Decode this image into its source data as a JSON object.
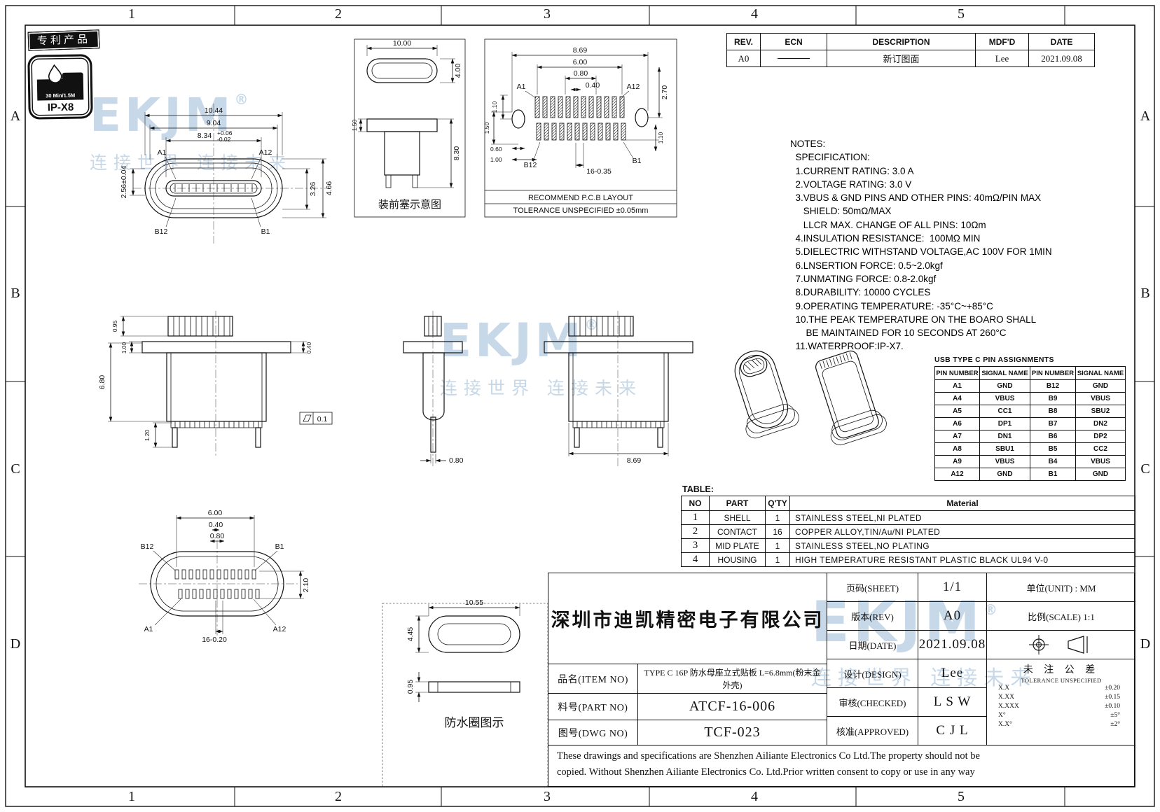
{
  "sheet": {
    "zones_cols": [
      "1",
      "2",
      "3",
      "4",
      "5"
    ],
    "zones_rows": [
      "A",
      "B",
      "C",
      "D"
    ],
    "patent_stamp": "专利产品",
    "ip_badge": {
      "line1": "30 Min/1.5M",
      "line2": "IP-X8"
    },
    "watermark": {
      "logo": "EKJM",
      "reg": "®",
      "slogan": "连接世界  连接未来"
    },
    "line_color": "#111111",
    "watermark_color": "#82a8cd"
  },
  "rev_table": {
    "headers": [
      "REV.",
      "ECN",
      "DESCRIPTION",
      "MDF'D",
      "DATE"
    ],
    "row": {
      "rev": "A0",
      "description": "新订图面",
      "mdfd": "Lee",
      "date": "2021.09.08"
    }
  },
  "notes": {
    "lines": [
      "NOTES:",
      "  SPECIFICATION:",
      "  1.CURRENT RATING: 3.0 A",
      "  2.VOLTAGE RATING: 3.0 V",
      "  3.VBUS & GND PINS AND OTHER PINS: 40mΩ/PIN MAX",
      "     SHIELD: 50mΩ/MAX",
      "     LLCR MAX. CHANGE OF ALL PINS: 10Ωm",
      "  4.INSULATION RESISTANCE:  100MΩ MIN",
      "  5.DIELECTRIC WITHSTAND VOLTAGE,AC 100V FOR 1MIN",
      "  6.LNSERTION FORCE: 0.5~2.0kgf",
      "  7.UNMATING FORCE: 0.8-2.0kgf",
      "  8.DURABILITY: 10000 CYCLES",
      "  9.OPERATING TEMPERATURE: -35°C~+85°C",
      "  10.THE PEAK TEMPERATURE ON THE BOARO SHALL",
      "      BE MAINTAINED FOR 10 SECONDS AT 260°C",
      "  11.WATERPROOF:IP-X7."
    ]
  },
  "pin_table": {
    "title": "USB TYPE C PIN ASSIGNMENTS",
    "headers": [
      "PIN NUMBER",
      "SIGNAL NAME",
      "PIN NUMBER",
      "SIGNAL NAME"
    ],
    "rows": [
      [
        "A1",
        "GND",
        "B12",
        "GND"
      ],
      [
        "A4",
        "VBUS",
        "B9",
        "VBUS"
      ],
      [
        "A5",
        "CC1",
        "B8",
        "SBU2"
      ],
      [
        "A6",
        "DP1",
        "B7",
        "DN2"
      ],
      [
        "A7",
        "DN1",
        "B6",
        "DP2"
      ],
      [
        "A8",
        "SBU1",
        "B5",
        "CC2"
      ],
      [
        "A9",
        "VBUS",
        "B4",
        "VBUS"
      ],
      [
        "A12",
        "GND",
        "B1",
        "GND"
      ]
    ]
  },
  "parts_table": {
    "label": "TABLE:",
    "headers": [
      "NO",
      "PART",
      "Q'TY",
      "Material"
    ],
    "rows": [
      [
        "1",
        "SHELL",
        "1",
        "STAINLESS  STEEL,NI  PLATED"
      ],
      [
        "2",
        "CONTACT",
        "16",
        "COPPER  ALLOY,TIN/Au/NI  PLATED"
      ],
      [
        "3",
        "MID PLATE",
        "1",
        "STAINLESS  STEEL,NO  PLATING"
      ],
      [
        "4",
        "HOUSING",
        "1",
        "HIGH  TEMPERATURE  RESISTANT  PLASTIC  BLACK  UL94  V-0"
      ]
    ]
  },
  "title_block": {
    "company": "深圳市迪凯精密电子有限公司",
    "item_label": "品名(ITEM NO)",
    "item_value": "TYPE C 16P 防水母座立式贴板 L=6.8mm(粉末金外壳)",
    "part_label": "料号(PART NO)",
    "part_value": "ATCF-16-006",
    "dwg_label": "图号(DWG NO)",
    "dwg_value": "TCF-023",
    "sheet_label": "页码(SHEET)",
    "sheet_value": "1/1",
    "rev_label": "版本(REV)",
    "rev_value": "A0",
    "date_label": "日期(DATE)",
    "date_value": "2021.09.08",
    "design_label": "设计(DESIGN)",
    "design_value": "Lee",
    "checked_label": "审核(CHECKED)",
    "checked_value": "L S W",
    "approved_label": "核准(APPROVED)",
    "approved_value": "C J L",
    "unit_label": "单位(UNIT) : MM",
    "scale_label": "比例(SCALE) 1:1",
    "tol_title": "未 注 公 差",
    "tol_sub": "TOLERANCE UNSPECIFIED",
    "tolerances": [
      [
        "X.X",
        "±0.20"
      ],
      [
        "X.XX",
        "±0.15"
      ],
      [
        "X.XXX",
        "±0.10"
      ],
      [
        "X°",
        "±5°"
      ],
      [
        "X.X°",
        "±2°"
      ]
    ],
    "disclaimer_line1": "These drawings and specifications are Shenzhen Ailiante Electronics Co Ltd.The property should not be",
    "disclaimer_line2": "copied. Without Shenzhen Ailiante Electronics Co. Ltd.Prior written consent to copy or use in any way"
  },
  "views": {
    "front": {
      "d1": "10.44",
      "d2": "9.04",
      "d3": "8.34",
      "d3a": "+0.06",
      "d3b": "-0.02",
      "d4": "2.56±0.04",
      "d5": "3.26",
      "d6": "4.66",
      "la1": "A1",
      "la12": "A12",
      "lb12": "B12",
      "lb1": "B1"
    },
    "plug": {
      "caption": "装前塞示意图",
      "d1": "10.00",
      "d2": "4.00",
      "d3": "1.50",
      "d4": "8.30"
    },
    "pcb": {
      "cap1": "RECOMMEND  P.C.B  LAYOUT",
      "cap2": "TOLERANCE  UNSPECIFIED  ±0.05mm",
      "d1": "8.69",
      "d2": "6.00",
      "d3": "0.80",
      "d4": "0.40",
      "d5": "1.10",
      "d6": "2.70",
      "d7": "1.50",
      "d8": "0.60",
      "d9": "1.00",
      "d10": "1.10",
      "d11": "16-0.35",
      "la1": "A1",
      "la12": "A12",
      "lb12": "B12",
      "lb1": "B1"
    },
    "elev1": {
      "d1": "0.95",
      "d2": "1.00",
      "d3": "6.80",
      "d4": "1.20",
      "d5": "0.40",
      "flат": "",
      "flat": "0.1"
    },
    "elev2": {
      "d1": "0.80"
    },
    "elev3": {
      "d1": "8.69"
    },
    "bottom": {
      "d1": "6.00",
      "d2": "0.40",
      "d3": "0.80",
      "d4": "2.10",
      "d5": "16-0.20",
      "lb12": "B12",
      "lb1": "B1",
      "la1": "A1",
      "la12": "A12"
    },
    "seal": {
      "caption": "防水圈图示",
      "d1": "10.55",
      "d2": "4.45",
      "d3": "0.95"
    }
  }
}
